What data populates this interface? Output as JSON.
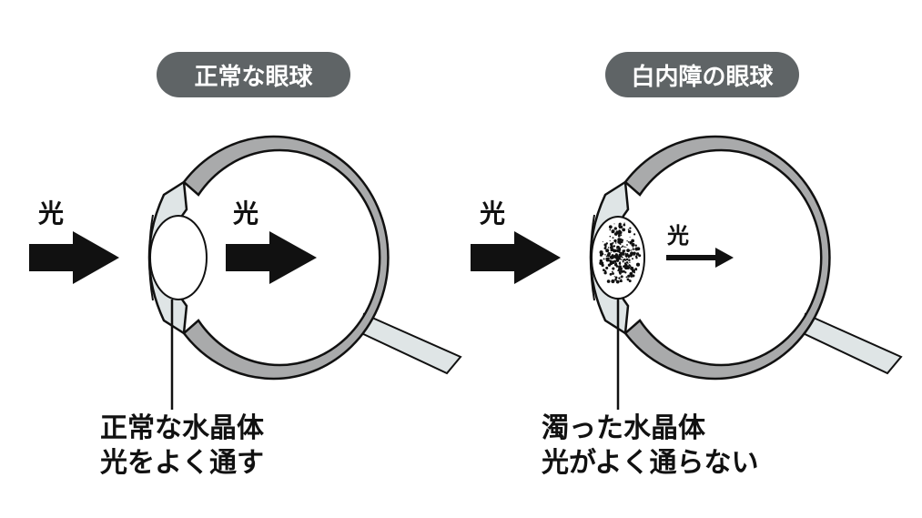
{
  "normal_eye": {
    "title": "正常な眼球",
    "light_outside": "光",
    "light_inside": "光",
    "caption_line1": "正常な水晶体",
    "caption_line2": "光をよく通す"
  },
  "cataract_eye": {
    "title": "白内障の眼球",
    "light_outside": "光",
    "light_inside": "光",
    "caption_line1": "濁った水晶体",
    "caption_line2": "光がよく通らない"
  },
  "colors": {
    "pill": "#5f6466",
    "sclera": "#a9aaab",
    "iris": "#dfe5e6",
    "nerve": "#dfe5e6",
    "arrow": "#111111"
  }
}
